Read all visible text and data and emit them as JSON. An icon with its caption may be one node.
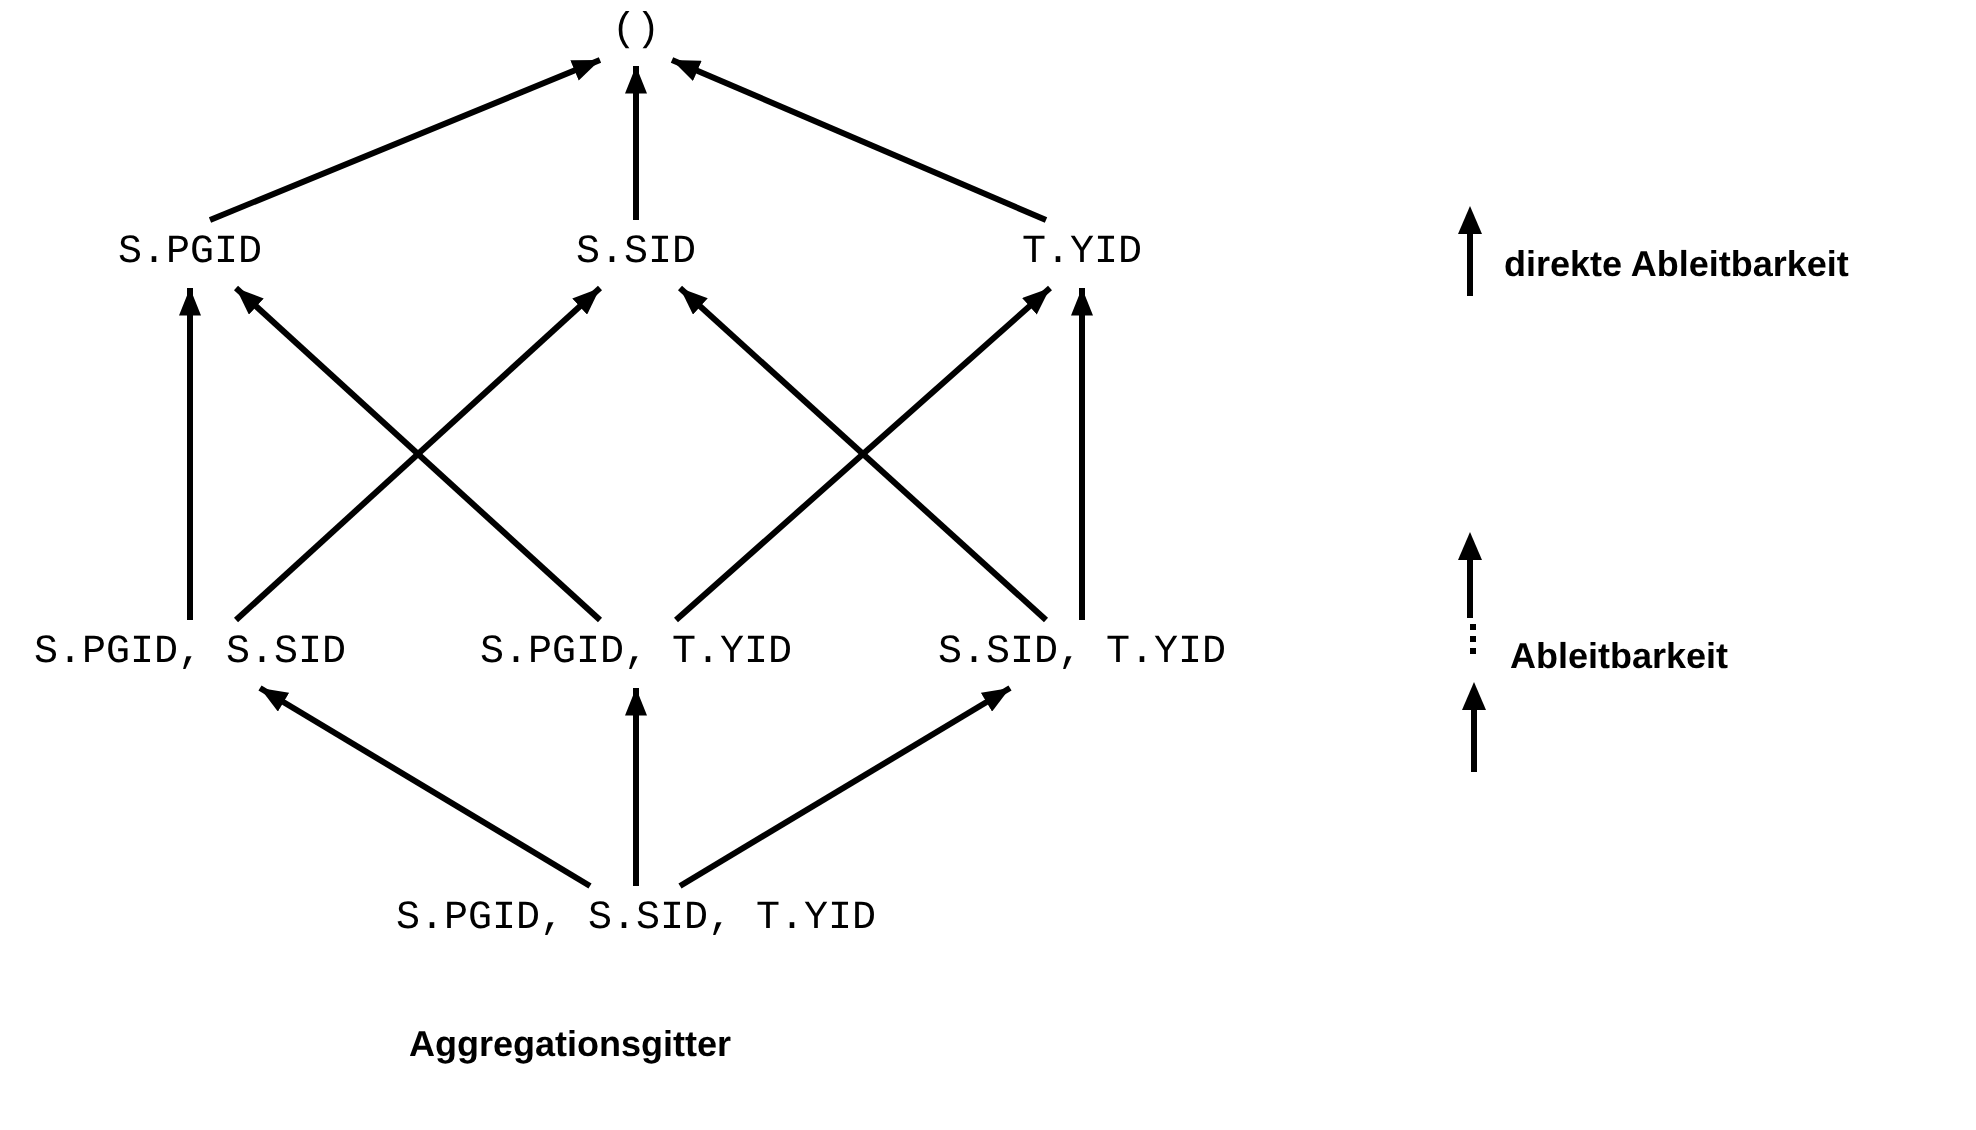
{
  "diagram": {
    "caption": "Aggregationsgitter",
    "nodes": [
      {
        "text": [
          "()"
        ]
      },
      {
        "text": [
          "S.PGID"
        ]
      },
      {
        "text": [
          "S.SID"
        ]
      },
      {
        "text": [
          "T.YID"
        ]
      },
      {
        "text": [
          "S.PGID, S.SID"
        ]
      },
      {
        "text": [
          "S.PGID, T.YID"
        ]
      },
      {
        "text": [
          "S.SID, T.YID"
        ]
      },
      {
        "text": [
          "S.PGID, S.SID, T.YID"
        ]
      }
    ],
    "edges": [
      {
        "from": 1,
        "to": 0,
        "arrow": "to"
      },
      {
        "from": 2,
        "to": 0,
        "arrow": "to"
      },
      {
        "from": 3,
        "to": 0,
        "arrow": "to"
      },
      {
        "from": 4,
        "to": 1,
        "arrow": "to"
      },
      {
        "from": 4,
        "to": 2,
        "arrow": "to"
      },
      {
        "from": 5,
        "to": 1,
        "arrow": "to"
      },
      {
        "from": 5,
        "to": 3,
        "arrow": "to"
      },
      {
        "from": 6,
        "to": 2,
        "arrow": "to"
      },
      {
        "from": 6,
        "to": 3,
        "arrow": "to"
      },
      {
        "from": 7,
        "to": 4,
        "arrow": "to"
      },
      {
        "from": 7,
        "to": 5,
        "arrow": "to"
      },
      {
        "from": 7,
        "to": 6,
        "arrow": "to"
      }
    ],
    "legend": [
      {
        "text": "direkte Ableitbarkeit"
      },
      {
        "text": "Ableitbarkeit"
      }
    ]
  }
}
